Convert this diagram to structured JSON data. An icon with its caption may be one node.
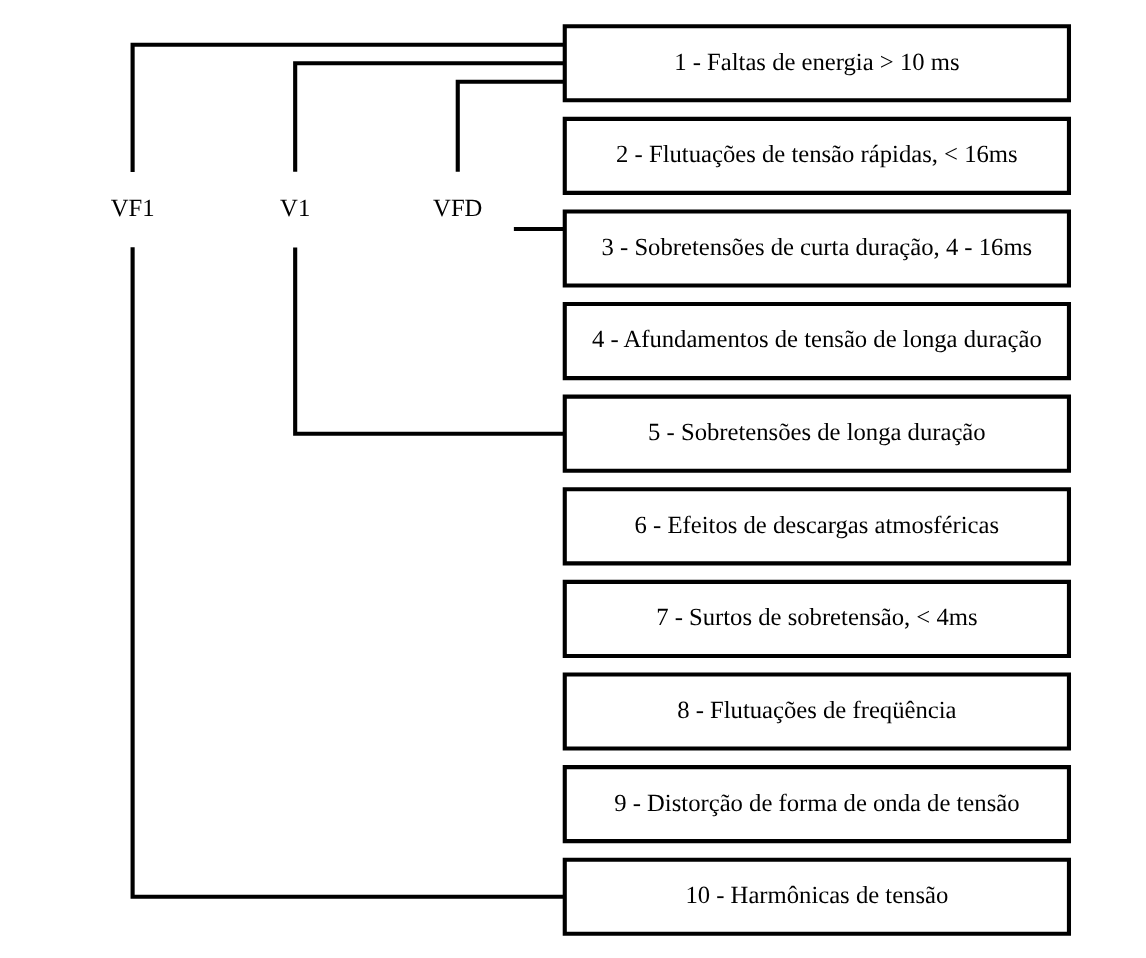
{
  "diagram": {
    "nodes": [
      {
        "text": [
          "1 - Faltas de energia > 10 ms"
        ]
      },
      {
        "text": [
          "2 - Flutuações de tensão rápidas, < 16ms"
        ]
      },
      {
        "text": [
          "3 - Sobretensões de curta duração, 4 - 16ms"
        ]
      },
      {
        "text": [
          "4 - Afundamentos de tensão de longa duração"
        ]
      },
      {
        "text": [
          "5 - Sobretensões de longa duração"
        ]
      },
      {
        "text": [
          "6 - Efeitos de descargas atmosféricas"
        ]
      },
      {
        "text": [
          "7 - Surtos de sobretensão, < 4ms"
        ]
      },
      {
        "text": [
          "8 - Flutuações de freqüência"
        ]
      },
      {
        "text": [
          "9 - Distorção de forma de onda de tensão"
        ]
      },
      {
        "text": [
          "10 - Harmônicas de tensão"
        ]
      },
      {
        "text": [
          "VFD"
        ]
      },
      {
        "text": [
          "V1"
        ]
      },
      {
        "text": [
          "VF1"
        ]
      }
    ],
    "edges": [
      {
        "from": 10,
        "to": 0,
        "arrow": "none"
      },
      {
        "from": 10,
        "to": 2,
        "arrow": "none"
      },
      {
        "from": 11,
        "to": 0,
        "arrow": "none"
      },
      {
        "from": 11,
        "to": 4,
        "arrow": "none"
      },
      {
        "from": 12,
        "to": 0,
        "arrow": "none"
      },
      {
        "from": 12,
        "to": 9,
        "arrow": "none"
      }
    ]
  }
}
